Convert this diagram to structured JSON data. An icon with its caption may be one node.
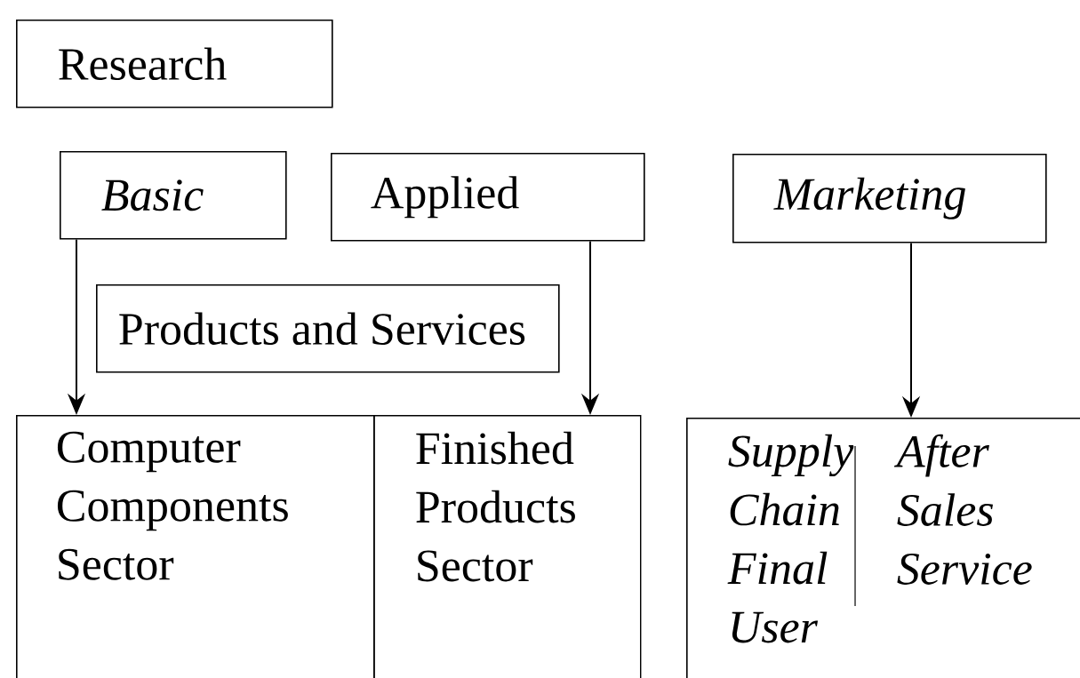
{
  "diagram": {
    "nodes": [
      {
        "text": [
          "Research"
        ]
      },
      {
        "text": [
          "Basic"
        ]
      },
      {
        "text": [
          "Applied"
        ]
      },
      {
        "text": [
          "Marketing"
        ]
      },
      {
        "text": [
          "Products and Services"
        ]
      },
      {
        "text": [
          "Computer Components Sector"
        ]
      },
      {
        "text": [
          "Finished Products Sector"
        ]
      },
      {
        "text": [
          "Supply Chain Final User",
          "After Sales Service"
        ]
      }
    ],
    "edges": [
      {
        "from": 1,
        "to": 5,
        "arrow": "to"
      },
      {
        "from": 2,
        "to": 6,
        "arrow": "to"
      },
      {
        "from": 3,
        "to": 7,
        "arrow": "to"
      }
    ]
  }
}
